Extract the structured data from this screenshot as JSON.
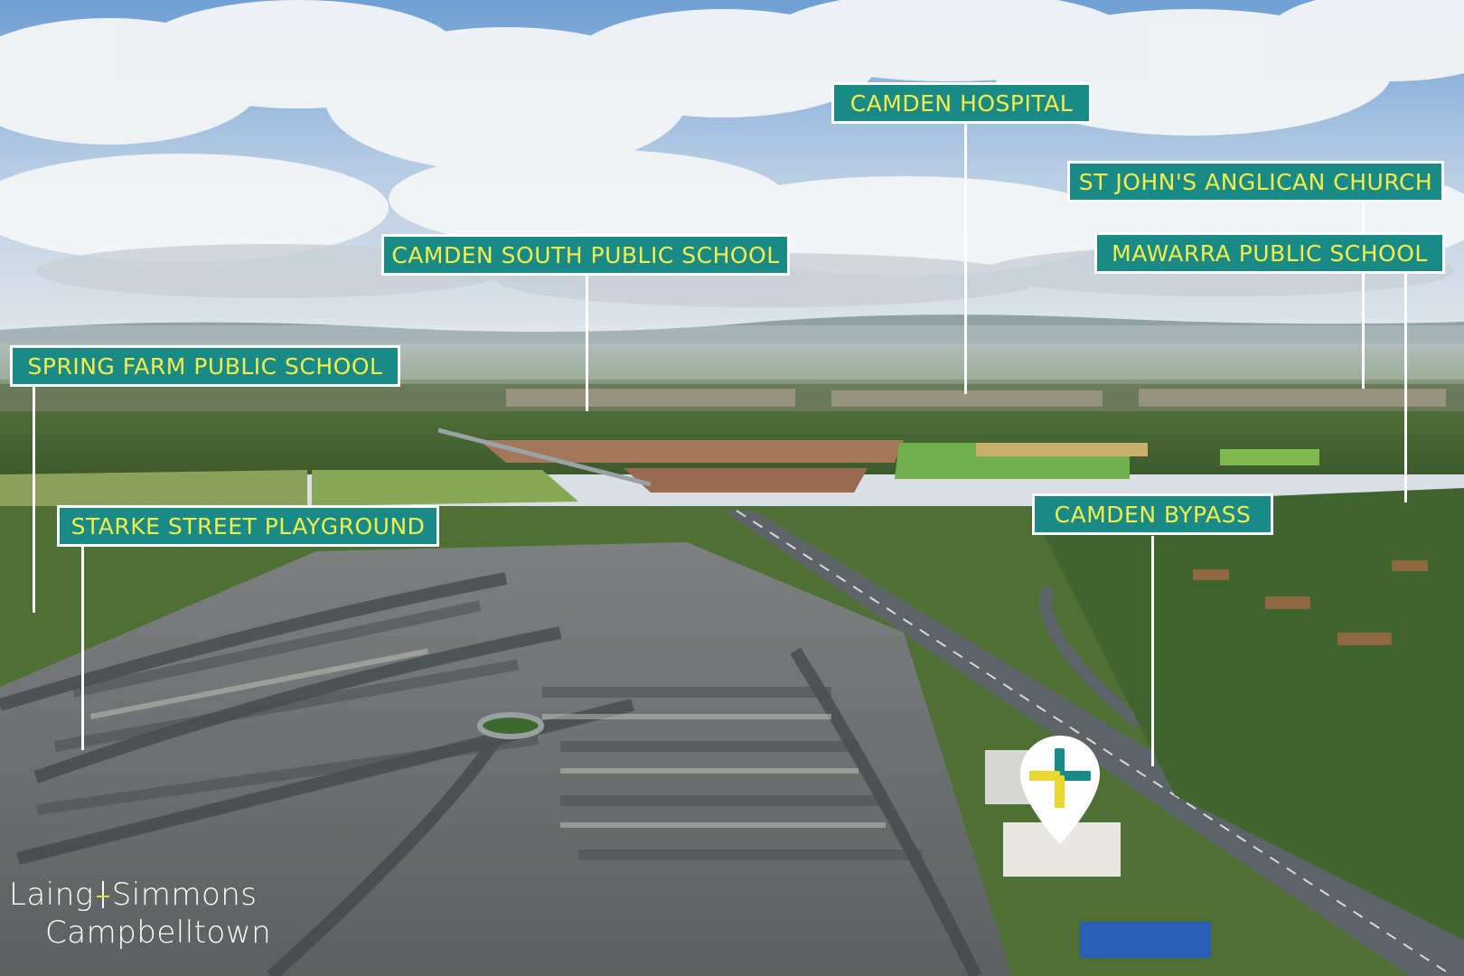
{
  "photo": {
    "accent_color": "#1a8a86",
    "label_text_color": "#f4ee4a",
    "labels": [
      {
        "id": "camden-hospital",
        "text": "CAMDEN HOSPITAL"
      },
      {
        "id": "st-johns-anglican-church",
        "text": "ST JOHN'S ANGLICAN CHURCH"
      },
      {
        "id": "mawarra-public-school",
        "text": "MAWARRA PUBLIC SCHOOL"
      },
      {
        "id": "camden-south-public-school",
        "text": "CAMDEN SOUTH PUBLIC SCHOOL"
      },
      {
        "id": "spring-farm-public-school",
        "text": "SPRING FARM PUBLIC SCHOOL"
      },
      {
        "id": "starke-street-playground",
        "text": "STARKE STREET PLAYGROUND"
      },
      {
        "id": "camden-bypass",
        "text": "CAMDEN BYPASS"
      }
    ],
    "pin_icon": "location-pin-plus-icon"
  },
  "logo": {
    "brand_left": "Laing",
    "brand_right": "Simmons",
    "office": "Campbelltown"
  }
}
